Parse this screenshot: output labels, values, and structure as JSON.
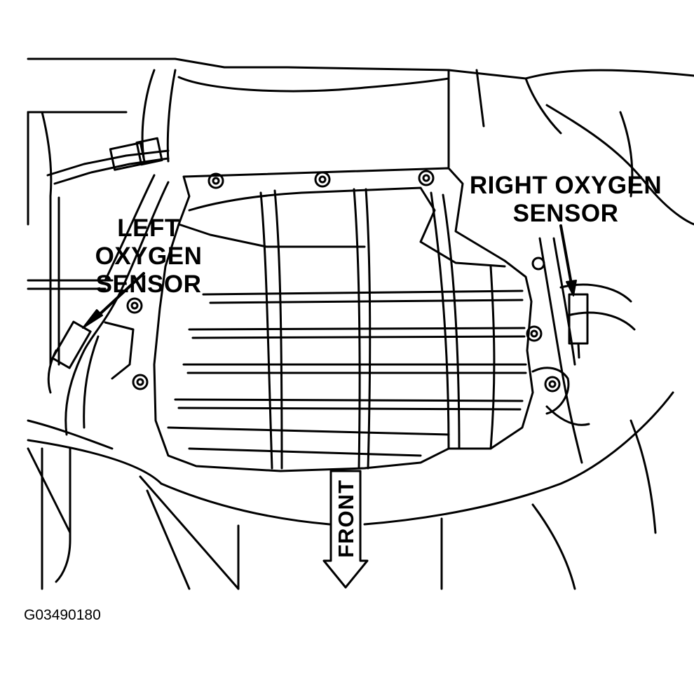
{
  "callouts": {
    "left_sensor": [
      "LEFT OXYGEN",
      "SENSOR"
    ],
    "right_sensor": [
      "RIGHT OXYGEN",
      "SENSOR"
    ],
    "direction": "FRONT"
  },
  "figure_id": "G03490180"
}
